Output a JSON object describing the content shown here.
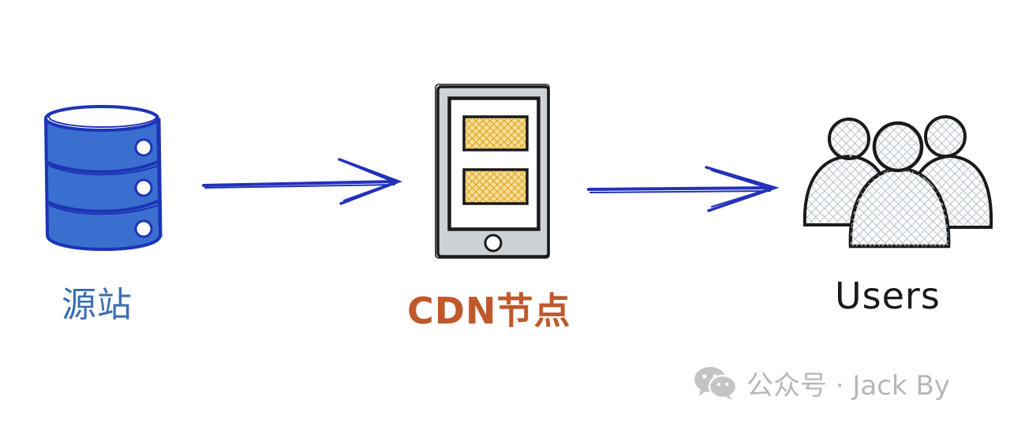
{
  "nodes": {
    "origin": {
      "label": "源站",
      "color": "#3b6fb0",
      "icon": "database-server-icon"
    },
    "cdn": {
      "label": "CDN节点",
      "color": "#c0582a",
      "icon": "tablet-device-icon"
    },
    "users": {
      "label": "Users",
      "color": "#1a1a1a",
      "icon": "users-group-icon"
    }
  },
  "edges": [
    {
      "from": "origin",
      "to": "cdn",
      "color": "#2331b8"
    },
    {
      "from": "cdn",
      "to": "users",
      "color": "#2331b8"
    }
  ],
  "watermark": {
    "text": "公众号 · Jack By",
    "icon": "wechat-icon",
    "color": "#b7b7b7"
  }
}
